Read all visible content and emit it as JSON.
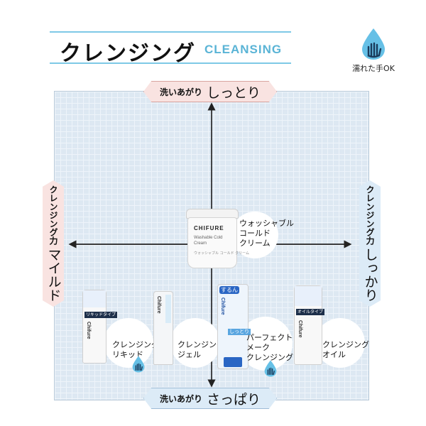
{
  "header": {
    "title_jp": "クレンジング",
    "title_en": "CLEANSING",
    "wet_ok_label": "濡れた手OK"
  },
  "axes": {
    "top": {
      "small": "洗いあがり",
      "big": "しっとり"
    },
    "bottom": {
      "small": "洗いあがり",
      "big": "さっぱり"
    },
    "left": {
      "small": "クレンジング力",
      "big": "マイルド"
    },
    "right": {
      "small": "クレンジング力",
      "big": "しっかり"
    }
  },
  "products": [
    {
      "id": "cold-cream",
      "label_lines": [
        "ウォッシャブル",
        "コールド",
        "クリーム"
      ],
      "package_brand": "CHIFURE",
      "package_name_lines": [
        "Washable Cold",
        "Cream"
      ],
      "package_line": "ウォッシャブル コールド クリーム",
      "wet_ok": false
    },
    {
      "id": "liquid",
      "label_lines": [
        "クレンジング",
        "リキッド"
      ],
      "package_tag": "リキッドタイプ",
      "wet_ok": true
    },
    {
      "id": "gel",
      "label_lines": [
        "クレンジング",
        "ジェル"
      ],
      "wet_ok": false
    },
    {
      "id": "perfect-make",
      "label_lines": [
        "パーフェクト",
        "メーク",
        "クレンジング"
      ],
      "package_tag_lines": [
        "するん",
        "しっとり"
      ],
      "wet_ok": true
    },
    {
      "id": "oil",
      "label_lines": [
        "クレンジング",
        "オイル"
      ],
      "package_tag": "オイルタイプ",
      "wet_ok": false
    }
  ],
  "colors": {
    "accent_blue": "#5ab4d6",
    "drop_blue": "#66c0e6",
    "moist_pink": "#f9e3e1",
    "fresh_blue": "#dcebf7",
    "grid_bg": "#dde8f2"
  },
  "icons": {
    "wet_ok": "water-drop-hand-icon"
  }
}
